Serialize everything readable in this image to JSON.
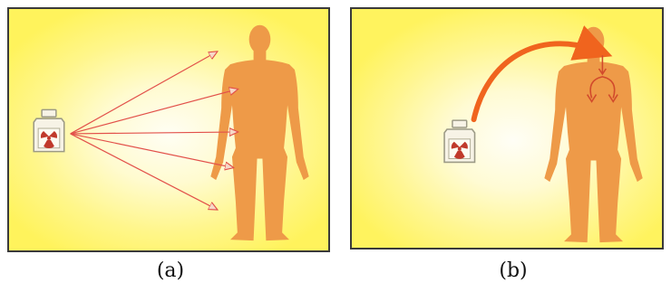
{
  "panels": [
    {
      "id": "a",
      "caption": "(a)",
      "scene": "radiation-emitted-in-all-directions"
    },
    {
      "id": "b",
      "caption": "(b)",
      "scene": "radioactive-substance-taken-into-body"
    }
  ],
  "colors": {
    "background_edge": "#fff35c",
    "background_center": "#fffef4",
    "figure": "#ee9a48",
    "arrow": "#e2504a",
    "flow_arrow": "#f0641e",
    "hazard": "#c0392b",
    "frame": "#3a3a3a"
  },
  "icons": [
    "radioactive-container-icon",
    "human-figure-icon",
    "radiation-ray-icon",
    "ingestion-arrow-icon",
    "circulation-arrow-icon"
  ]
}
